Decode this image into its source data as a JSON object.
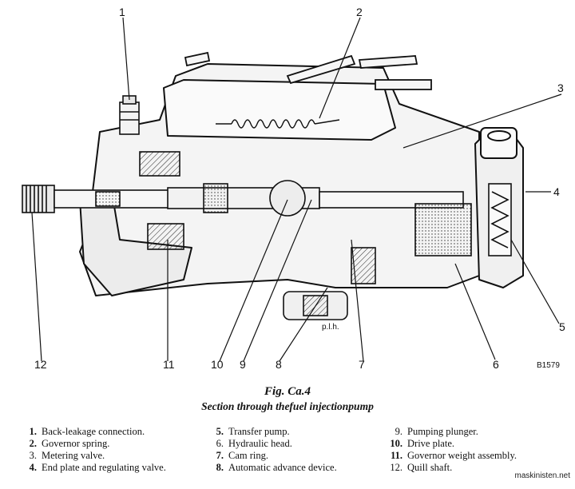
{
  "figure": {
    "title": "Fig. Ca.4",
    "subtitle": "Section through thefuel injectionpump",
    "drawing_ref": "B1579",
    "artist_initials": "p.l.h."
  },
  "callouts": [
    "1",
    "2",
    "3",
    "4",
    "5",
    "6",
    "7",
    "8",
    "9",
    "10",
    "11",
    "12"
  ],
  "legend": [
    {
      "num": "1.",
      "label": "Back-leakage connection.",
      "bold": true
    },
    {
      "num": "2.",
      "label": "Governor spring.",
      "bold": true
    },
    {
      "num": "3.",
      "label": "Metering valve.",
      "bold": false
    },
    {
      "num": "4.",
      "label": "End plate and regulating valve.",
      "bold": true
    },
    {
      "num": "5.",
      "label": "Transfer pump.",
      "bold": true
    },
    {
      "num": "6.",
      "label": "Hydraulic head.",
      "bold": false
    },
    {
      "num": "7.",
      "label": "Cam ring.",
      "bold": true
    },
    {
      "num": "8.",
      "label": "Automatic advance device.",
      "bold": true
    },
    {
      "num": "9.",
      "label": "Pumping plunger.",
      "bold": false
    },
    {
      "num": "10.",
      "label": "Drive plate.",
      "bold": true
    },
    {
      "num": "11.",
      "label": "Governor weight assembly.",
      "bold": true
    },
    {
      "num": "12.",
      "label": "Quill shaft.",
      "bold": false
    }
  ],
  "watermark": "maskinisten.net"
}
